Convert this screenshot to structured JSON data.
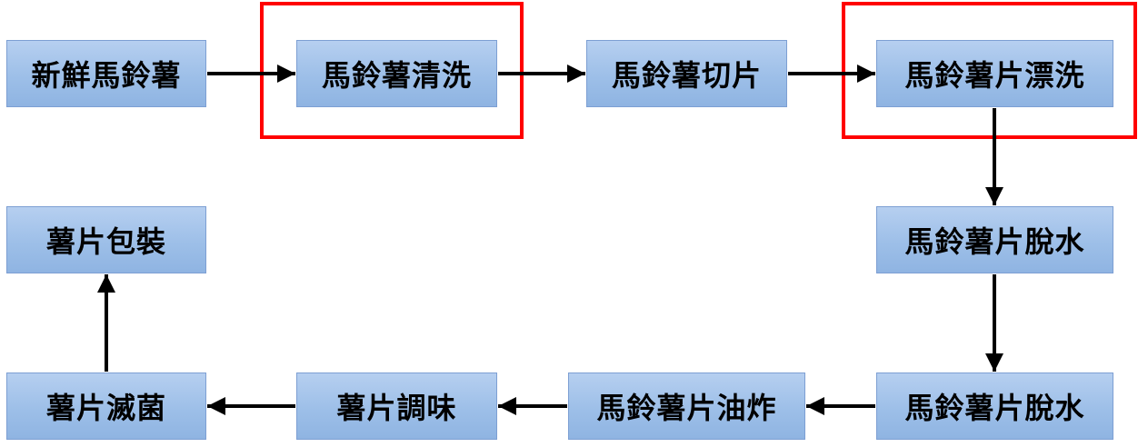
{
  "nodes": [
    {
      "id": "fresh-potato",
      "label": "新鮮馬鈴薯"
    },
    {
      "id": "potato-washing",
      "label": "馬鈴薯清洗"
    },
    {
      "id": "potato-slicing",
      "label": "馬鈴薯切片"
    },
    {
      "id": "slice-rinsing",
      "label": "馬鈴薯片漂洗"
    },
    {
      "id": "slice-dehydration-1",
      "label": "馬鈴薯片脫水"
    },
    {
      "id": "slice-dehydration-2",
      "label": "馬鈴薯片脫水"
    },
    {
      "id": "slice-frying",
      "label": "馬鈴薯片油炸"
    },
    {
      "id": "chip-seasoning",
      "label": "薯片調味"
    },
    {
      "id": "chip-sterilization",
      "label": "薯片滅菌"
    },
    {
      "id": "chip-packaging",
      "label": "薯片包裝"
    }
  ],
  "highlights": [
    "potato-washing",
    "slice-rinsing"
  ],
  "colors": {
    "node_fill_top": "#b6cff0",
    "node_fill_bottom": "#8fb4e2",
    "node_border": "#7d9fd3",
    "highlight": "#ff0000",
    "arrow": "#000000"
  }
}
